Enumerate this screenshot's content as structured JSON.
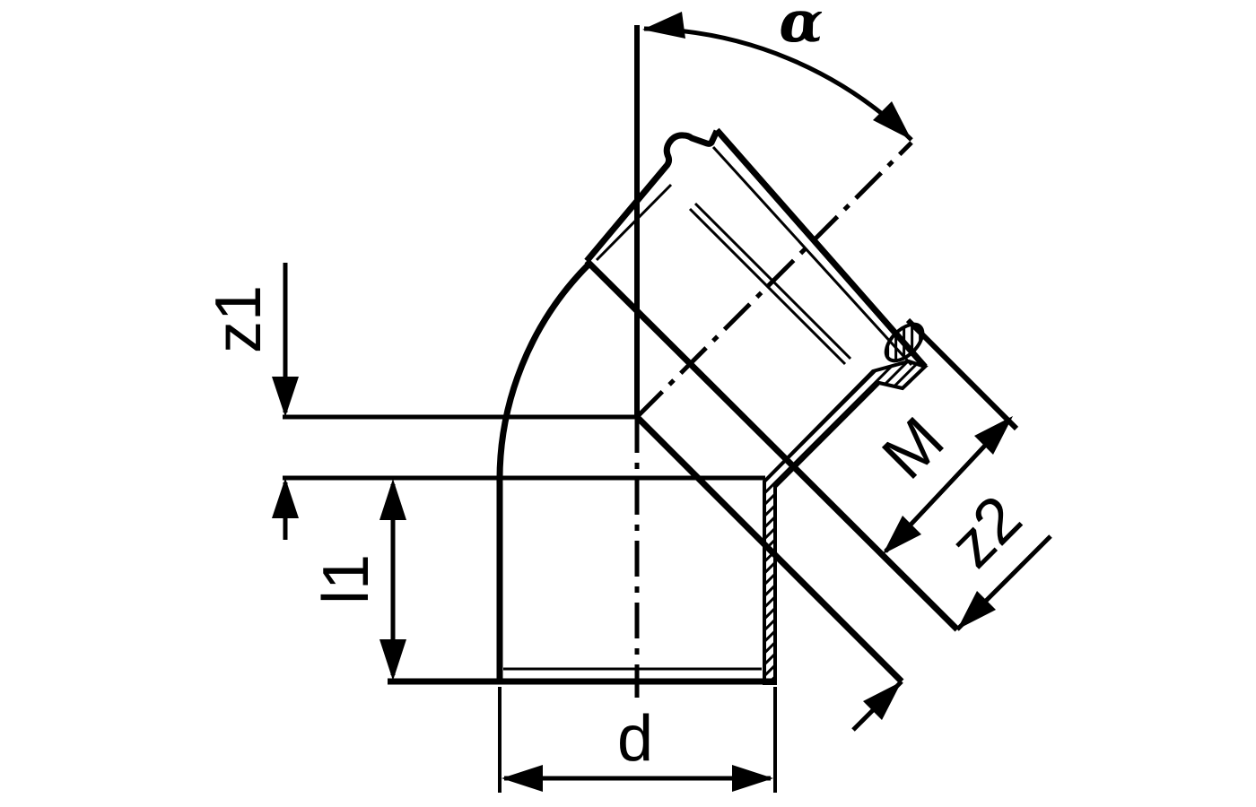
{
  "diagram": {
    "background": "#ffffff",
    "line_color": "#000000",
    "labels": {
      "alpha": "α",
      "z1": "z1",
      "z2": "z2",
      "m": "M",
      "l1": "l1",
      "d": "d"
    }
  }
}
